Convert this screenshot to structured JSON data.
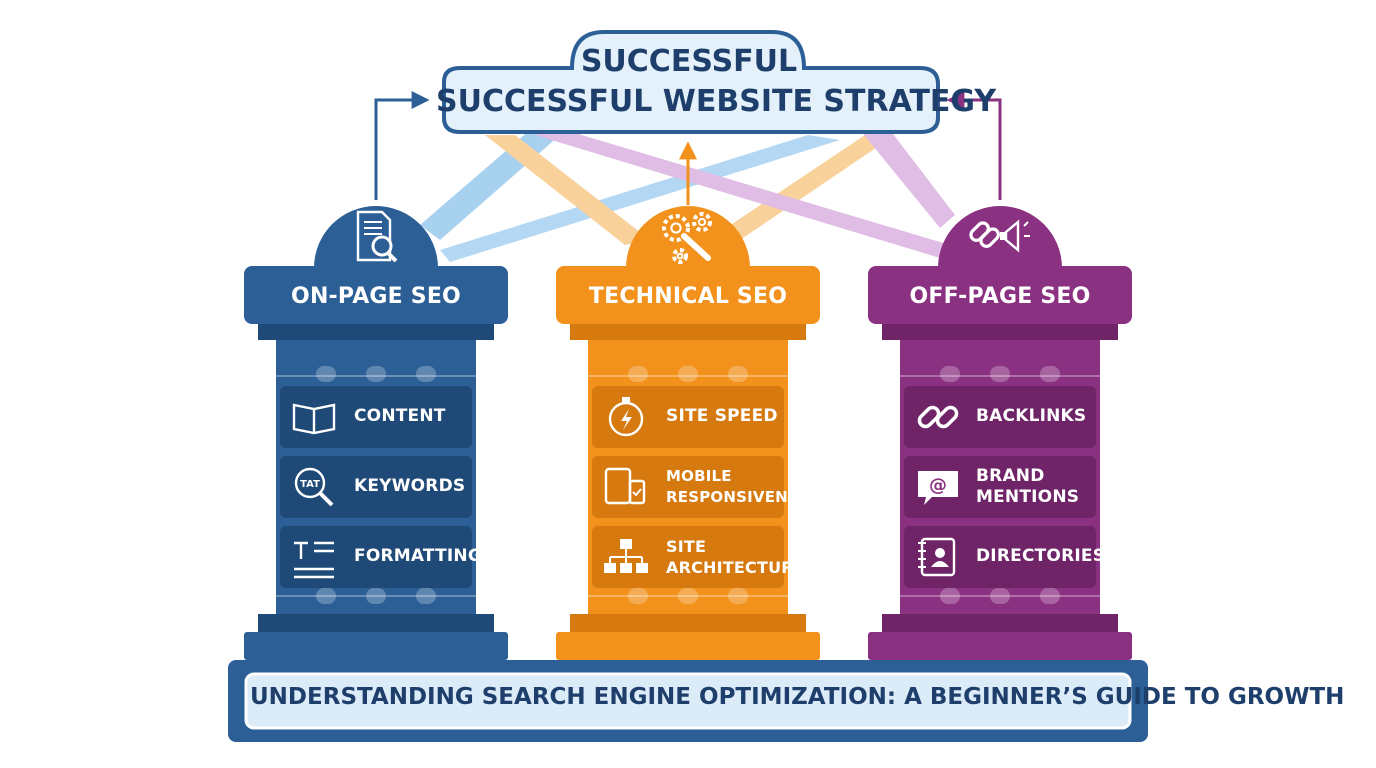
{
  "header": {
    "line1": "SUCCESSFUL",
    "line2": "SUCCESSFUL WEBSITE STRATEGY"
  },
  "pillars": [
    {
      "title": "ON-PAGE SEO",
      "color": "#2b5f96",
      "dark": "#1f4a78",
      "icon": "document-search-icon",
      "items": [
        {
          "label": "CONTENT",
          "icon": "open-book-icon"
        },
        {
          "label": "KEYWORDS",
          "icon": "keyword-magnifier-icon",
          "icon_text": "TAT"
        },
        {
          "label": "FORMATTING",
          "icon": "text-format-icon"
        }
      ]
    },
    {
      "title": "TECHNICAL SEO",
      "color": "#f2921c",
      "dark": "#d67a10",
      "icon": "gears-wrench-icon",
      "items": [
        {
          "label": "SITE SPEED",
          "icon": "stopwatch-icon"
        },
        {
          "label": "MOBILE\nRESPONSIVENESS",
          "icon": "devices-icon"
        },
        {
          "label": "SITE\nARCHITECTURE",
          "icon": "sitemap-icon"
        }
      ]
    },
    {
      "title": "OFF-PAGE SEO",
      "color": "#8a3182",
      "dark": "#6f2468",
      "icon": "link-megaphone-icon",
      "items": [
        {
          "label": "BACKLINKS",
          "icon": "chain-link-icon"
        },
        {
          "label": "BRAND\nMENTIONS",
          "icon": "at-speech-bubble-icon",
          "icon_text": "@"
        },
        {
          "label": "DIRECTORIES",
          "icon": "address-book-icon"
        }
      ]
    }
  ],
  "footer": {
    "text": "UNDERSTANDING SEARCH ENGINE OPTIMIZATION: A BEGINNER’S GUIDE TO GROWTH"
  },
  "colors": {
    "navy_text": "#1e3f6c",
    "header_fill": "#e4f0fa",
    "footer_fill": "#dcebf8",
    "beam_blue": "#8cc2ec",
    "beam_orange": "#f8c27a",
    "beam_purple": "#c995d2"
  }
}
